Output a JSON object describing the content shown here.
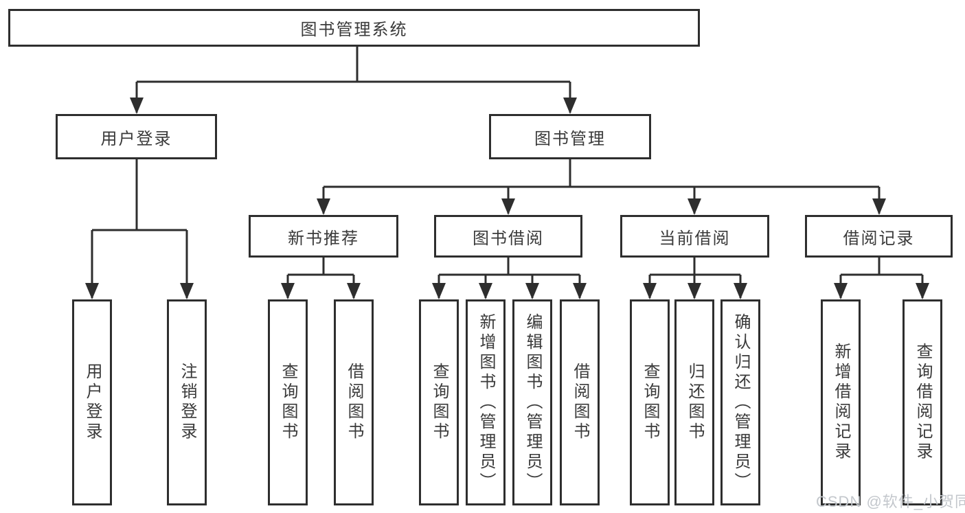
{
  "diagram": {
    "type": "functional-structure-tree",
    "colors": {
      "line": "#2e2e2e",
      "border": "#2e2e2e",
      "text": "#3a3a3a",
      "watermark": "#c3c7cc",
      "background": "#ffffff"
    },
    "nodes": {
      "root": {
        "label": "图书管理系统"
      },
      "level2": [
        {
          "id": "user-login",
          "label": "用户登录"
        },
        {
          "id": "book-management",
          "label": "图书管理"
        }
      ],
      "level3": [
        {
          "id": "new-book-recommendation",
          "label": "新书推荐"
        },
        {
          "id": "book-borrowing",
          "label": "图书借阅"
        },
        {
          "id": "current-borrowing",
          "label": "当前借阅"
        },
        {
          "id": "borrowing-records",
          "label": "借阅记录"
        }
      ],
      "leaves": [
        {
          "parent": "user-login",
          "label": "用户登录"
        },
        {
          "parent": "user-login",
          "label": "注销登录"
        },
        {
          "parent": "new-book-recommendation",
          "label": "查询图书"
        },
        {
          "parent": "new-book-recommendation",
          "label": "借阅图书"
        },
        {
          "parent": "book-borrowing",
          "label": "查询图书"
        },
        {
          "parent": "book-borrowing",
          "label": "新增图书（管理员）"
        },
        {
          "parent": "book-borrowing",
          "label": "编辑图书（管理员）"
        },
        {
          "parent": "book-borrowing",
          "label": "借阅图书"
        },
        {
          "parent": "current-borrowing",
          "label": "查询图书"
        },
        {
          "parent": "current-borrowing",
          "label": "归还图书"
        },
        {
          "parent": "current-borrowing",
          "label": "确认归还（管理员）"
        },
        {
          "parent": "borrowing-records",
          "label": "新增借阅记录"
        },
        {
          "parent": "borrowing-records",
          "label": "查询借阅记录"
        }
      ]
    },
    "watermark": "CSDN @软件_小贺同学"
  }
}
